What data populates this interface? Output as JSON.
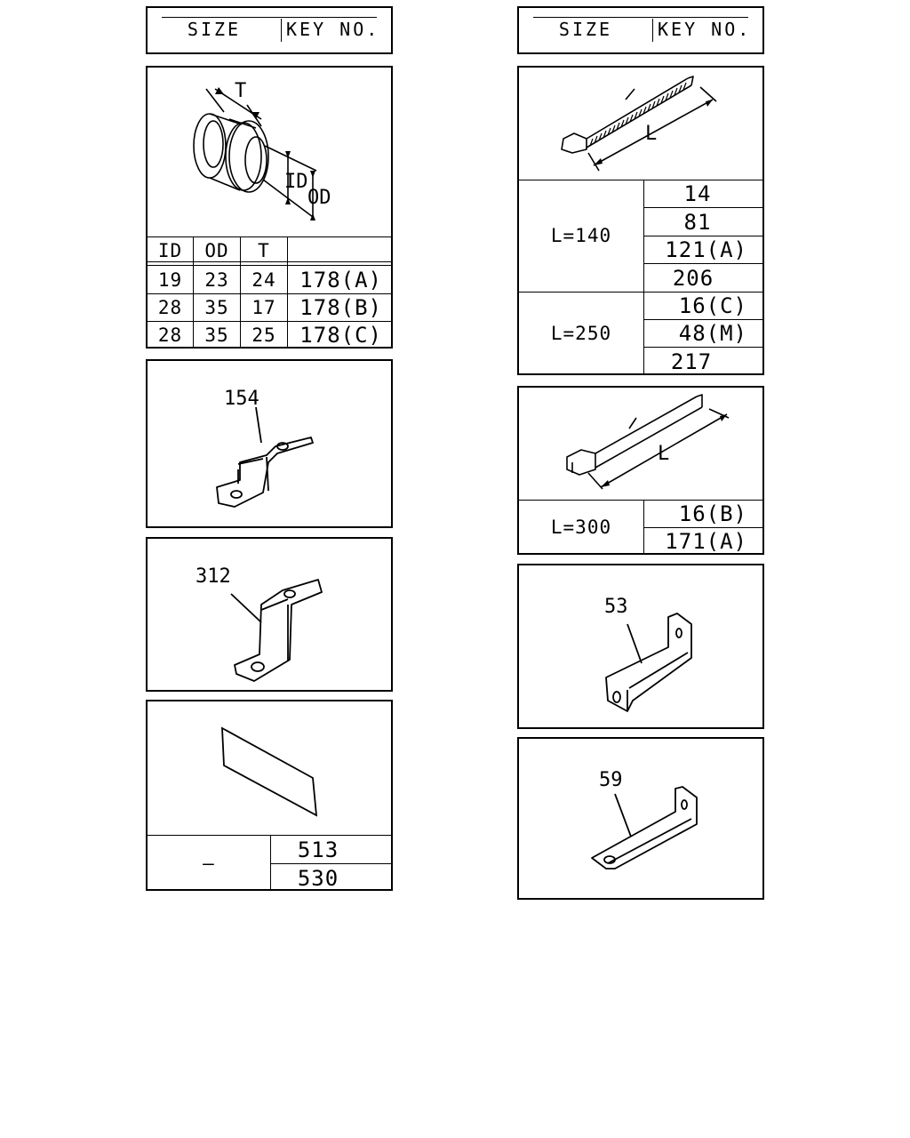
{
  "left_column": {
    "header": {
      "size": "SIZE",
      "key_no": "KEY NO."
    },
    "grommet": {
      "dim_labels": {
        "t": "T",
        "id": "ID",
        "od": "OD"
      },
      "table_headers": [
        "ID",
        "OD",
        "T"
      ],
      "rows": [
        {
          "id": "19",
          "od": "23",
          "t": "24",
          "key": "178(A)"
        },
        {
          "id": "28",
          "od": "35",
          "t": "17",
          "key": "178(B)"
        },
        {
          "id": "28",
          "od": "35",
          "t": "25",
          "key": "178(C)"
        }
      ]
    },
    "bracket_154": {
      "label": "154"
    },
    "bracket_312": {
      "label": "312"
    },
    "plate": {
      "size": "–",
      "keys": [
        "513",
        "530"
      ]
    }
  },
  "right_column": {
    "header": {
      "size": "SIZE",
      "key_no": "KEY NO."
    },
    "tie_small": {
      "dim_label": "L",
      "groups": [
        {
          "size": "L=140",
          "keys": [
            "14",
            "81",
            "121(A)",
            "206"
          ]
        },
        {
          "size": "L=250",
          "keys": [
            "16(C)",
            "48(M)",
            "217"
          ]
        }
      ]
    },
    "tie_large": {
      "dim_label": "L",
      "groups": [
        {
          "size": "L=300",
          "keys": [
            "16(B)",
            "171(A)"
          ]
        }
      ]
    },
    "bracket_53": {
      "label": "53"
    },
    "bracket_59": {
      "label": "59"
    }
  }
}
